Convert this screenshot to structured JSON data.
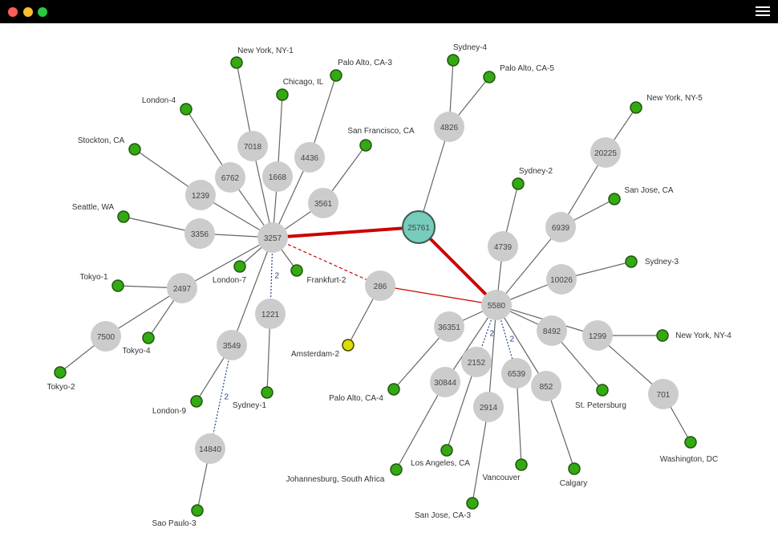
{
  "window": {
    "controls": {
      "close_color": "#ff5f57",
      "minimize_color": "#febc2e",
      "maximize_color": "#28c840"
    },
    "menu_icon": "hamburger-menu-icon"
  },
  "graph": {
    "colors": {
      "hub_fill": "#cccccc",
      "root_fill": "#77ccbb",
      "root_stroke": "#3a5a52",
      "leaf_fill": "#33aa11",
      "leaf_stroke": "#225511",
      "highlight_leaf_fill": "#dddd00",
      "edge": "#666666",
      "strong_edge": "#cc0000",
      "dashed_count": "#224488"
    },
    "hubs": [
      {
        "id": "n25761",
        "label": "25761",
        "type": "root"
      },
      {
        "id": "n3257",
        "label": "3257"
      },
      {
        "id": "n5580",
        "label": "5580"
      },
      {
        "id": "n286",
        "label": "286"
      },
      {
        "id": "n4826",
        "label": "4826"
      },
      {
        "id": "n7018",
        "label": "7018"
      },
      {
        "id": "n6762",
        "label": "6762"
      },
      {
        "id": "n1668",
        "label": "1668"
      },
      {
        "id": "n4436",
        "label": "4436"
      },
      {
        "id": "n1239",
        "label": "1239"
      },
      {
        "id": "n3561",
        "label": "3561"
      },
      {
        "id": "n3356",
        "label": "3356"
      },
      {
        "id": "n2497",
        "label": "2497"
      },
      {
        "id": "n7500",
        "label": "7500"
      },
      {
        "id": "n1221",
        "label": "1221"
      },
      {
        "id": "n3549",
        "label": "3549"
      },
      {
        "id": "n14840",
        "label": "14840"
      },
      {
        "id": "n20225",
        "label": "20225"
      },
      {
        "id": "n4739",
        "label": "4739"
      },
      {
        "id": "n6939",
        "label": "6939"
      },
      {
        "id": "n10026",
        "label": "10026"
      },
      {
        "id": "n36351",
        "label": "36351"
      },
      {
        "id": "n8492",
        "label": "8492"
      },
      {
        "id": "n1299",
        "label": "1299"
      },
      {
        "id": "n2152",
        "label": "2152"
      },
      {
        "id": "n6539",
        "label": "6539"
      },
      {
        "id": "n30844",
        "label": "30844"
      },
      {
        "id": "n852",
        "label": "852"
      },
      {
        "id": "n2914",
        "label": "2914"
      },
      {
        "id": "n701",
        "label": "701"
      }
    ],
    "leaves": [
      {
        "id": "ny1",
        "label": "New York, NY-1"
      },
      {
        "id": "pa3",
        "label": "Palo Alto, CA-3"
      },
      {
        "id": "chi",
        "label": "Chicago, IL"
      },
      {
        "id": "lon4",
        "label": "London-4"
      },
      {
        "id": "sf",
        "label": "San Francisco, CA"
      },
      {
        "id": "stk",
        "label": "Stockton, CA"
      },
      {
        "id": "sea",
        "label": "Seattle, WA"
      },
      {
        "id": "tok1",
        "label": "Tokyo-1"
      },
      {
        "id": "lon7",
        "label": "London-7"
      },
      {
        "id": "fra2",
        "label": "Frankfurt-2"
      },
      {
        "id": "tok4",
        "label": "Tokyo-4"
      },
      {
        "id": "tok2",
        "label": "Tokyo-2"
      },
      {
        "id": "ams2",
        "label": "Amsterdam-2",
        "highlight": true
      },
      {
        "id": "lon9",
        "label": "London-9"
      },
      {
        "id": "syd1",
        "label": "Sydney-1"
      },
      {
        "id": "sp3",
        "label": "Sao Paulo-3"
      },
      {
        "id": "syd4",
        "label": "Sydney-4"
      },
      {
        "id": "pa5",
        "label": "Palo Alto, CA-5"
      },
      {
        "id": "ny5",
        "label": "New York, NY-5"
      },
      {
        "id": "syd2",
        "label": "Sydney-2"
      },
      {
        "id": "sj",
        "label": "San Jose, CA"
      },
      {
        "id": "syd3",
        "label": "Sydney-3"
      },
      {
        "id": "ny4",
        "label": "New York, NY-4"
      },
      {
        "id": "stp",
        "label": "St. Petersburg"
      },
      {
        "id": "dc",
        "label": "Washington, DC"
      },
      {
        "id": "pa4",
        "label": "Palo Alto, CA-4"
      },
      {
        "id": "la",
        "label": "Los Angeles, CA"
      },
      {
        "id": "jnb",
        "label": "Johannesburg, South Africa"
      },
      {
        "id": "van",
        "label": "Vancouver"
      },
      {
        "id": "cal",
        "label": "Calgary"
      },
      {
        "id": "sj3",
        "label": "San Jose, CA-3"
      }
    ],
    "edges": [
      {
        "from": "n25761",
        "to": "n3257",
        "style": "strong"
      },
      {
        "from": "n25761",
        "to": "n5580",
        "style": "strong"
      },
      {
        "from": "n25761",
        "to": "n4826"
      },
      {
        "from": "n4826",
        "to": "syd4"
      },
      {
        "from": "n4826",
        "to": "pa5"
      },
      {
        "from": "n3257",
        "to": "n286",
        "style": "red-dashed"
      },
      {
        "from": "n286",
        "to": "n5580",
        "style": "red"
      },
      {
        "from": "n286",
        "to": "ams2"
      },
      {
        "from": "n3257",
        "to": "n7018"
      },
      {
        "from": "n7018",
        "to": "ny1"
      },
      {
        "from": "n3257",
        "to": "n6762"
      },
      {
        "from": "n6762",
        "to": "lon4"
      },
      {
        "from": "n3257",
        "to": "n1668"
      },
      {
        "from": "n1668",
        "to": "chi"
      },
      {
        "from": "n3257",
        "to": "n4436"
      },
      {
        "from": "n4436",
        "to": "pa3"
      },
      {
        "from": "n3257",
        "to": "n1239"
      },
      {
        "from": "n1239",
        "to": "stk"
      },
      {
        "from": "n3257",
        "to": "n3561"
      },
      {
        "from": "n3561",
        "to": "sf"
      },
      {
        "from": "n3257",
        "to": "n3356"
      },
      {
        "from": "n3356",
        "to": "sea"
      },
      {
        "from": "n3257",
        "to": "n2497"
      },
      {
        "from": "n2497",
        "to": "tok1"
      },
      {
        "from": "n2497",
        "to": "tok4"
      },
      {
        "from": "n2497",
        "to": "n7500"
      },
      {
        "from": "n7500",
        "to": "tok2"
      },
      {
        "from": "n3257",
        "to": "lon7"
      },
      {
        "from": "n3257",
        "to": "fra2"
      },
      {
        "from": "n3257",
        "to": "n1221",
        "style": "dashed",
        "count": "2"
      },
      {
        "from": "n1221",
        "to": "syd1"
      },
      {
        "from": "n3257",
        "to": "n3549"
      },
      {
        "from": "n3549",
        "to": "lon9"
      },
      {
        "from": "n3549",
        "to": "n14840",
        "style": "dashed",
        "count": "2"
      },
      {
        "from": "n14840",
        "to": "sp3"
      },
      {
        "from": "n5580",
        "to": "n4739"
      },
      {
        "from": "n4739",
        "to": "syd2"
      },
      {
        "from": "n5580",
        "to": "n6939"
      },
      {
        "from": "n6939",
        "to": "n20225"
      },
      {
        "from": "n20225",
        "to": "ny5"
      },
      {
        "from": "n6939",
        "to": "sj"
      },
      {
        "from": "n5580",
        "to": "n10026"
      },
      {
        "from": "n10026",
        "to": "syd3"
      },
      {
        "from": "n5580",
        "to": "n36351"
      },
      {
        "from": "n36351",
        "to": "pa4"
      },
      {
        "from": "n5580",
        "to": "n8492"
      },
      {
        "from": "n8492",
        "to": "stp"
      },
      {
        "from": "n5580",
        "to": "n1299"
      },
      {
        "from": "n1299",
        "to": "ny4"
      },
      {
        "from": "n1299",
        "to": "n701"
      },
      {
        "from": "n701",
        "to": "dc"
      },
      {
        "from": "n5580",
        "to": "n2152",
        "style": "dashed",
        "count": "2"
      },
      {
        "from": "n2152",
        "to": "la"
      },
      {
        "from": "n5580",
        "to": "n6539",
        "style": "dashed",
        "count": "2"
      },
      {
        "from": "n6539",
        "to": "van"
      },
      {
        "from": "n5580",
        "to": "n30844"
      },
      {
        "from": "n30844",
        "to": "jnb"
      },
      {
        "from": "n5580",
        "to": "n852"
      },
      {
        "from": "n852",
        "to": "cal"
      },
      {
        "from": "n5580",
        "to": "n2914"
      },
      {
        "from": "n2914",
        "to": "sj3"
      }
    ]
  }
}
